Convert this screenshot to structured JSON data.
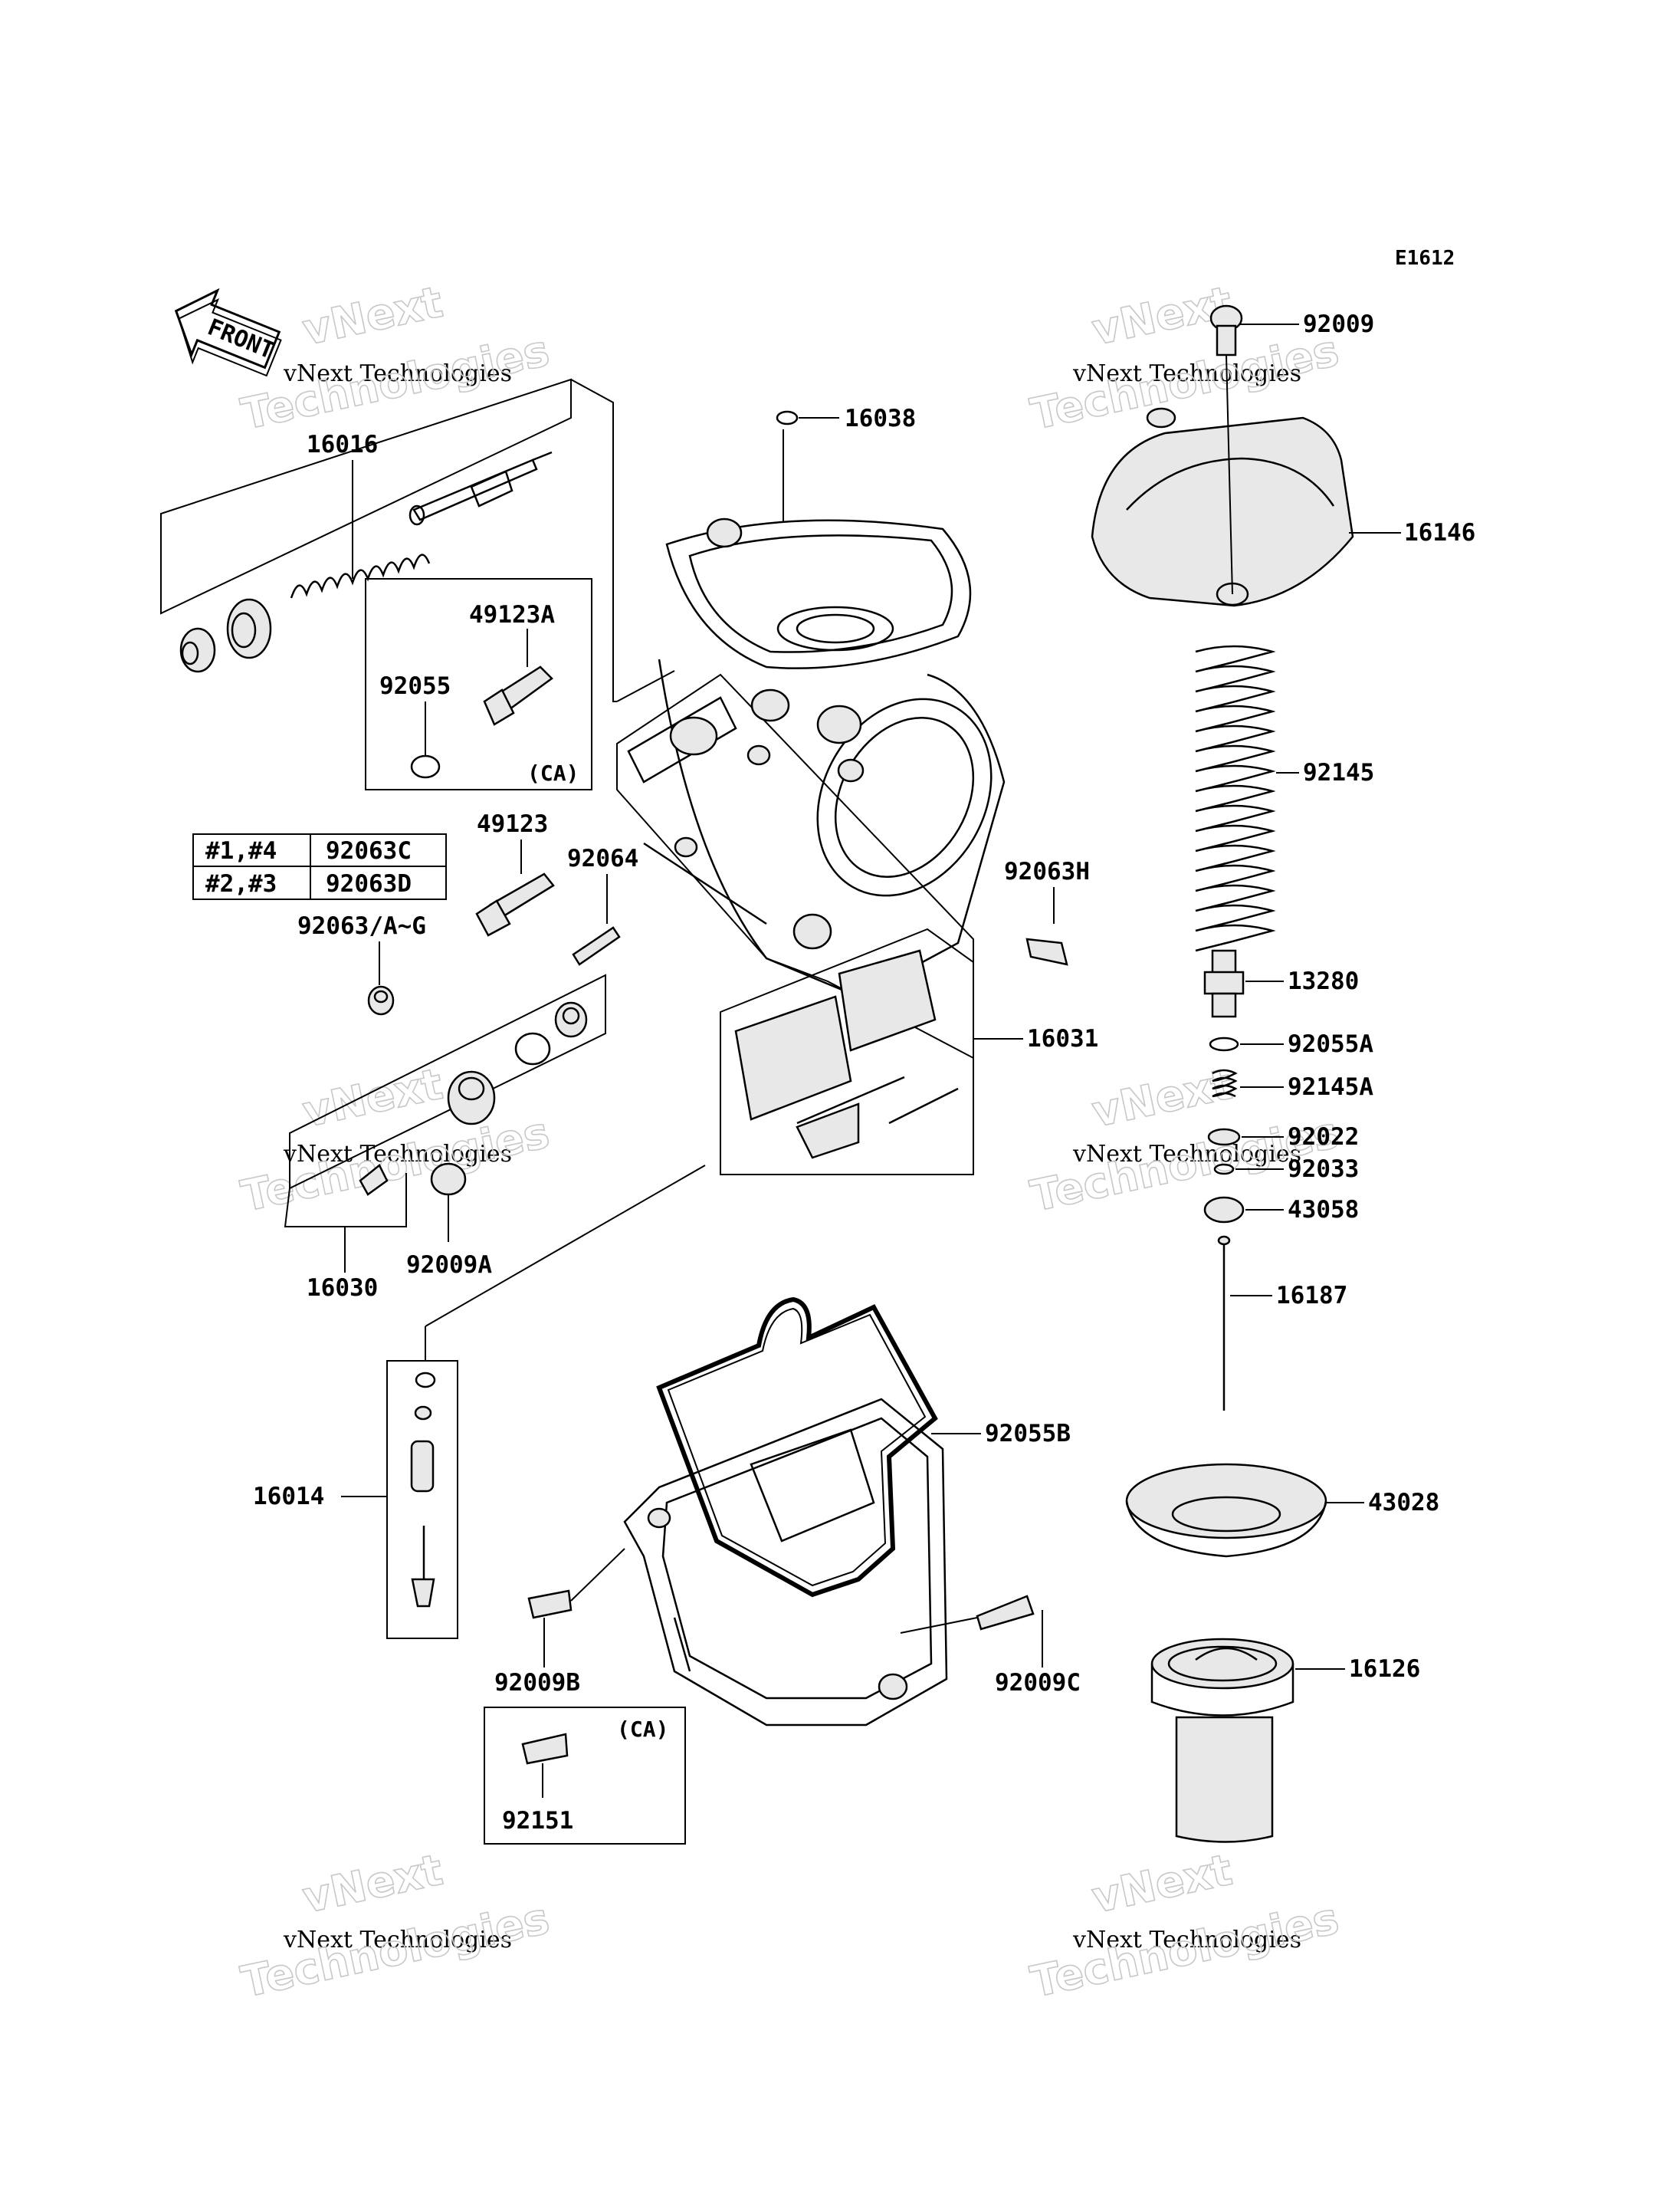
{
  "diagram_code": "E1612",
  "front_arrow_label": "FRONT",
  "watermark": {
    "line1": "vNext Technologies",
    "line2": "vNext",
    "line3": "Technologies"
  },
  "variant_label": "(CA)",
  "parts": [
    {
      "id": "p16016",
      "number": "16016"
    },
    {
      "id": "p49123A",
      "number": "49123A"
    },
    {
      "id": "p92055",
      "number": "92055"
    },
    {
      "id": "p49123",
      "number": "49123"
    },
    {
      "id": "p92064",
      "number": "92064"
    },
    {
      "id": "p92063AG",
      "number": "92063/A~G"
    },
    {
      "id": "p16030",
      "number": "16030"
    },
    {
      "id": "p92009A",
      "number": "92009A"
    },
    {
      "id": "p16014",
      "number": "16014"
    },
    {
      "id": "p92009B",
      "number": "92009B"
    },
    {
      "id": "p92151",
      "number": "92151"
    },
    {
      "id": "p16038",
      "number": "16038"
    },
    {
      "id": "p92063H",
      "number": "92063H"
    },
    {
      "id": "p16031",
      "number": "16031"
    },
    {
      "id": "p92055B",
      "number": "92055B"
    },
    {
      "id": "p92009C",
      "number": "92009C"
    },
    {
      "id": "p92009",
      "number": "92009"
    },
    {
      "id": "p16146",
      "number": "16146"
    },
    {
      "id": "p92145",
      "number": "92145"
    },
    {
      "id": "p13280",
      "number": "13280"
    },
    {
      "id": "p92055A",
      "number": "92055A"
    },
    {
      "id": "p92145A",
      "number": "92145A"
    },
    {
      "id": "p92022",
      "number": "92022"
    },
    {
      "id": "p92033",
      "number": "92033"
    },
    {
      "id": "p43058",
      "number": "43058"
    },
    {
      "id": "p16187",
      "number": "16187"
    },
    {
      "id": "p43028",
      "number": "43028"
    },
    {
      "id": "p16126",
      "number": "16126"
    }
  ],
  "cylinder_table": {
    "rows": [
      {
        "cylinders": "#1,#4",
        "part": "92063C"
      },
      {
        "cylinders": "#2,#3",
        "part": "92063D"
      }
    ]
  }
}
